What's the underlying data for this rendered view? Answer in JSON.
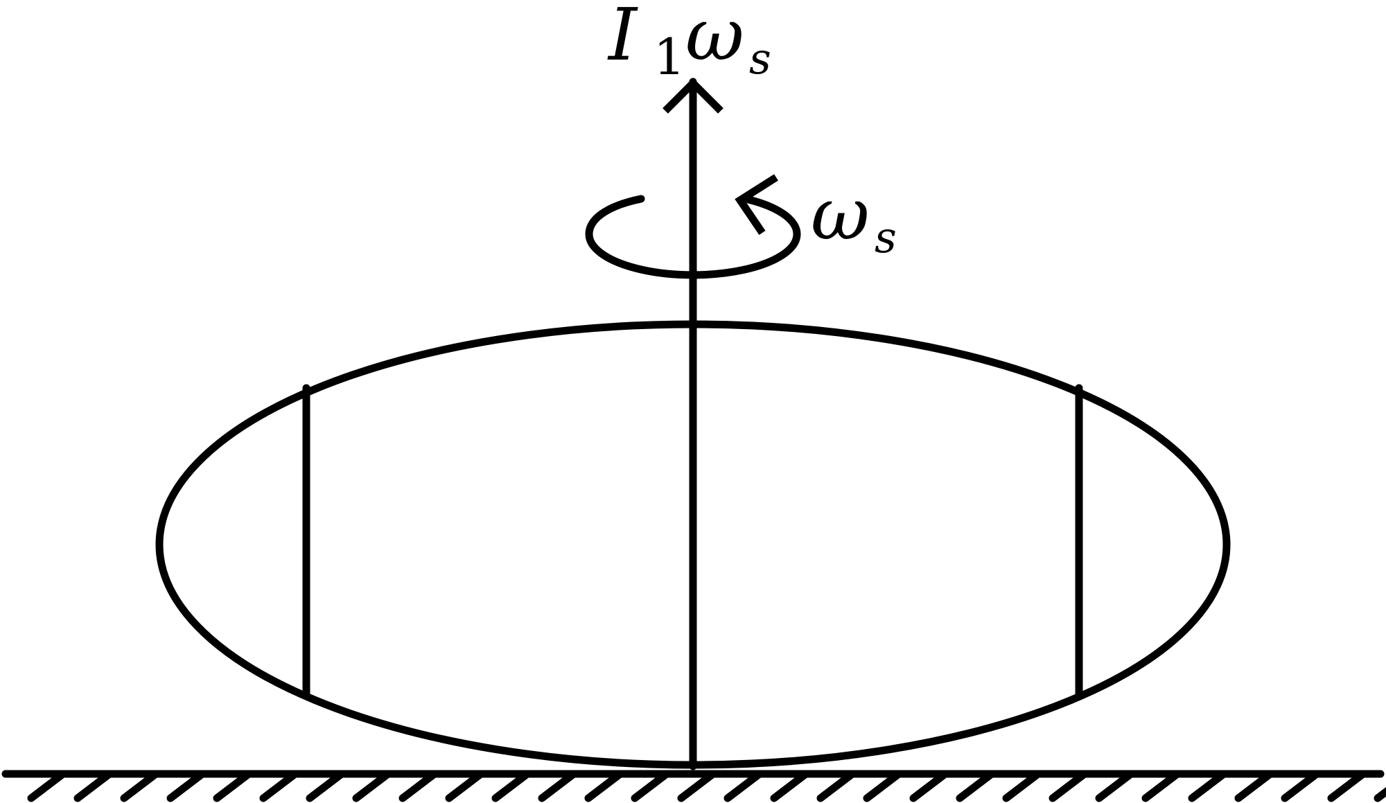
{
  "labels": {
    "axis_symbol": "I",
    "axis_subscript": "1",
    "axis_omega": "ω",
    "axis_omega_subscript": "s",
    "spin_omega": "ω",
    "spin_omega_subscript": "s"
  },
  "ground": {
    "hatch_count": 30
  },
  "colors": {
    "stroke": "#000000",
    "background": "#ffffff"
  }
}
